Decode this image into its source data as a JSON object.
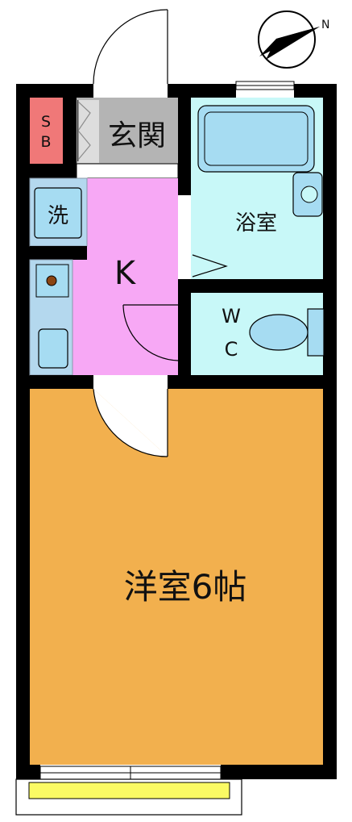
{
  "rooms": {
    "sb": {
      "line1": "S",
      "line2": "B"
    },
    "genkan": {
      "label": "玄関"
    },
    "senmen": {
      "label": "洗"
    },
    "kitchen": {
      "label": "K"
    },
    "bath": {
      "label": "浴室"
    },
    "wc": {
      "line1": "W",
      "line2": "C"
    },
    "western": {
      "label": "洋室6帖"
    }
  },
  "compass": {
    "label": "N"
  },
  "colors": {
    "wall": "#000000",
    "sb": "#f07878",
    "genkan": "#b4b4b4",
    "kitchen": "#f7a8f5",
    "wet": "#c8f8f8",
    "fixture": "#a6dcf2",
    "utility": "#b4d8ee",
    "western": "#f2b04e",
    "balcony": "#fafa64"
  }
}
